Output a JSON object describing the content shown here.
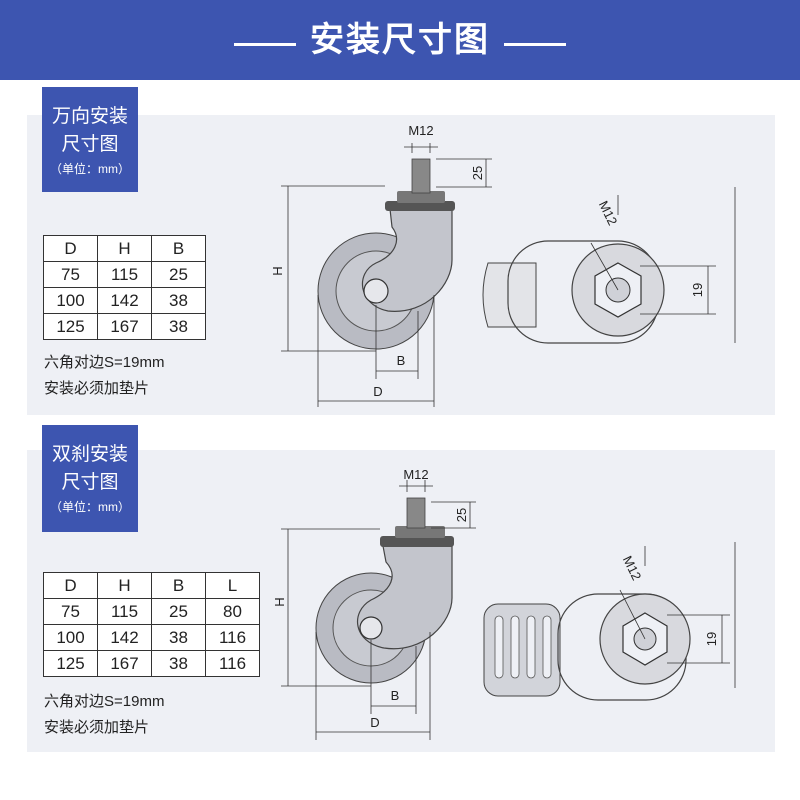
{
  "header": {
    "title": "安装尺寸图"
  },
  "sections": [
    {
      "label": {
        "line1": "万向安装",
        "line2": "尺寸图",
        "unit": "（单位：mm）"
      },
      "table": {
        "headers": [
          "D",
          "H",
          "B"
        ],
        "rows": [
          [
            "75",
            "115",
            "25"
          ],
          [
            "100",
            "142",
            "38"
          ],
          [
            "125",
            "167",
            "38"
          ]
        ]
      },
      "notes": [
        "六角对边S=19mm",
        "安装必须加垫片"
      ],
      "dims": {
        "stem": "M12",
        "stem_len": "25",
        "height": "H",
        "bearing": "B",
        "diameter": "D",
        "thread": "M12",
        "hex": "19"
      }
    },
    {
      "label": {
        "line1": "双刹安装",
        "line2": "尺寸图",
        "unit": "（单位：mm）"
      },
      "table": {
        "headers": [
          "D",
          "H",
          "B",
          "L"
        ],
        "rows": [
          [
            "75",
            "115",
            "25",
            "80"
          ],
          [
            "100",
            "142",
            "38",
            "116"
          ],
          [
            "125",
            "167",
            "38",
            "116"
          ]
        ]
      },
      "notes": [
        "六角对边S=19mm",
        "安装必须加垫片"
      ],
      "dims": {
        "stem": "M12",
        "stem_len": "25",
        "height": "H",
        "bearing": "B",
        "diameter": "D",
        "thread": "M12",
        "hex": "19"
      }
    }
  ],
  "colors": {
    "brand": "#3d55b0",
    "panel": "#eef0f5",
    "wheel": "#b9bbc3"
  }
}
